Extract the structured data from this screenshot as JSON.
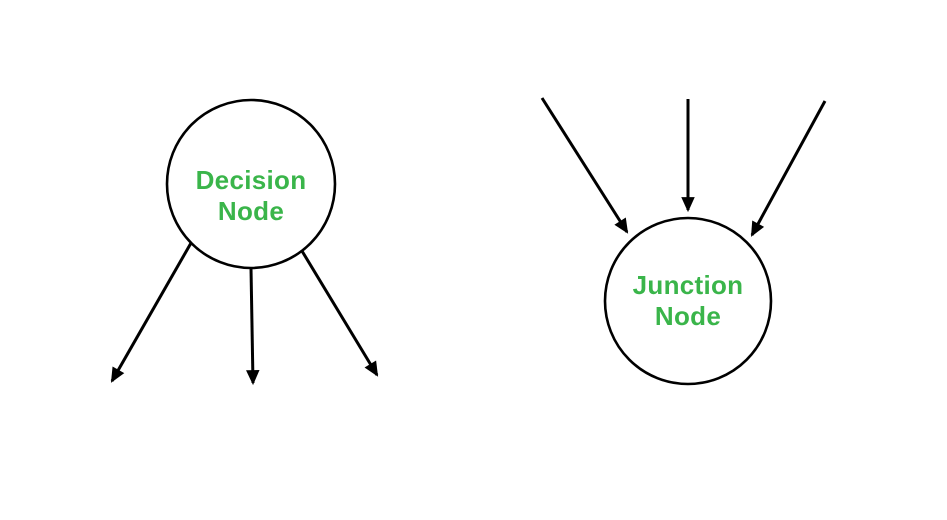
{
  "canvas": {
    "background": "#ffffff",
    "stroke_color": "#000000",
    "label_color": "#3ab54a"
  },
  "nodes": {
    "decision": {
      "label_line1": "Decision",
      "label_line2": "Node",
      "outgoing_arrow_count": 3
    },
    "junction": {
      "label_line1": "Junction",
      "label_line2": "Node",
      "incoming_arrow_count": 3
    }
  }
}
